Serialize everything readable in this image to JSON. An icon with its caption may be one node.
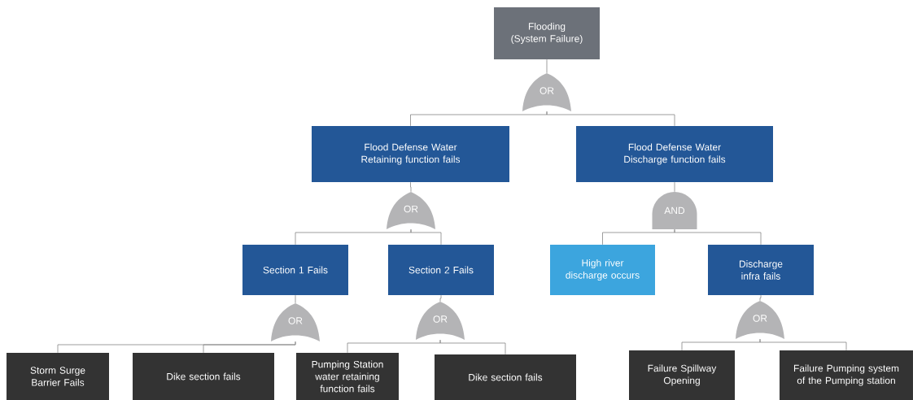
{
  "diagram": {
    "nodes": [
      {
        "text": [
          "Flooding (System Failure)"
        ]
      },
      {
        "text": [
          "OR"
        ]
      },
      {
        "text": [
          "Flood Defense Water Retaining function fails"
        ]
      },
      {
        "text": [
          "Flood Defense Water Discharge function fails"
        ]
      },
      {
        "text": [
          "OR"
        ]
      },
      {
        "text": [
          "AND"
        ]
      },
      {
        "text": [
          "Section 1 Fails"
        ]
      },
      {
        "text": [
          "Section 2 Fails"
        ]
      },
      {
        "text": [
          "High river discharge occurs"
        ]
      },
      {
        "text": [
          "Discharge infra fails"
        ]
      },
      {
        "text": [
          "OR"
        ]
      },
      {
        "text": [
          "OR"
        ]
      },
      {
        "text": [
          "OR"
        ]
      },
      {
        "text": [
          "Storm Surge Barrier Fails"
        ]
      },
      {
        "text": [
          "Dike section fails"
        ]
      },
      {
        "text": [
          "Pumping Station water retaining function fails"
        ]
      },
      {
        "text": [
          "Dike section fails"
        ]
      },
      {
        "text": [
          "Failure Spillway Opening"
        ]
      },
      {
        "text": [
          "Failure Pumping system of the Pumping station"
        ]
      }
    ],
    "edges": [
      {
        "from": 0,
        "to": 1,
        "arrow": "none"
      },
      {
        "from": 1,
        "to": 2,
        "arrow": "none"
      },
      {
        "from": 1,
        "to": 3,
        "arrow": "none"
      },
      {
        "from": 2,
        "to": 4,
        "arrow": "none"
      },
      {
        "from": 3,
        "to": 5,
        "arrow": "none"
      },
      {
        "from": 4,
        "to": 6,
        "arrow": "none"
      },
      {
        "from": 4,
        "to": 7,
        "arrow": "none"
      },
      {
        "from": 5,
        "to": 8,
        "arrow": "none"
      },
      {
        "from": 5,
        "to": 9,
        "arrow": "none"
      },
      {
        "from": 6,
        "to": 10,
        "arrow": "none"
      },
      {
        "from": 7,
        "to": 11,
        "arrow": "none"
      },
      {
        "from": 9,
        "to": 12,
        "arrow": "none"
      },
      {
        "from": 10,
        "to": 13,
        "arrow": "none"
      },
      {
        "from": 10,
        "to": 14,
        "arrow": "none"
      },
      {
        "from": 11,
        "to": 15,
        "arrow": "none"
      },
      {
        "from": 11,
        "to": 16,
        "arrow": "none"
      },
      {
        "from": 12,
        "to": 17,
        "arrow": "none"
      },
      {
        "from": 12,
        "to": 18,
        "arrow": "none"
      }
    ]
  }
}
